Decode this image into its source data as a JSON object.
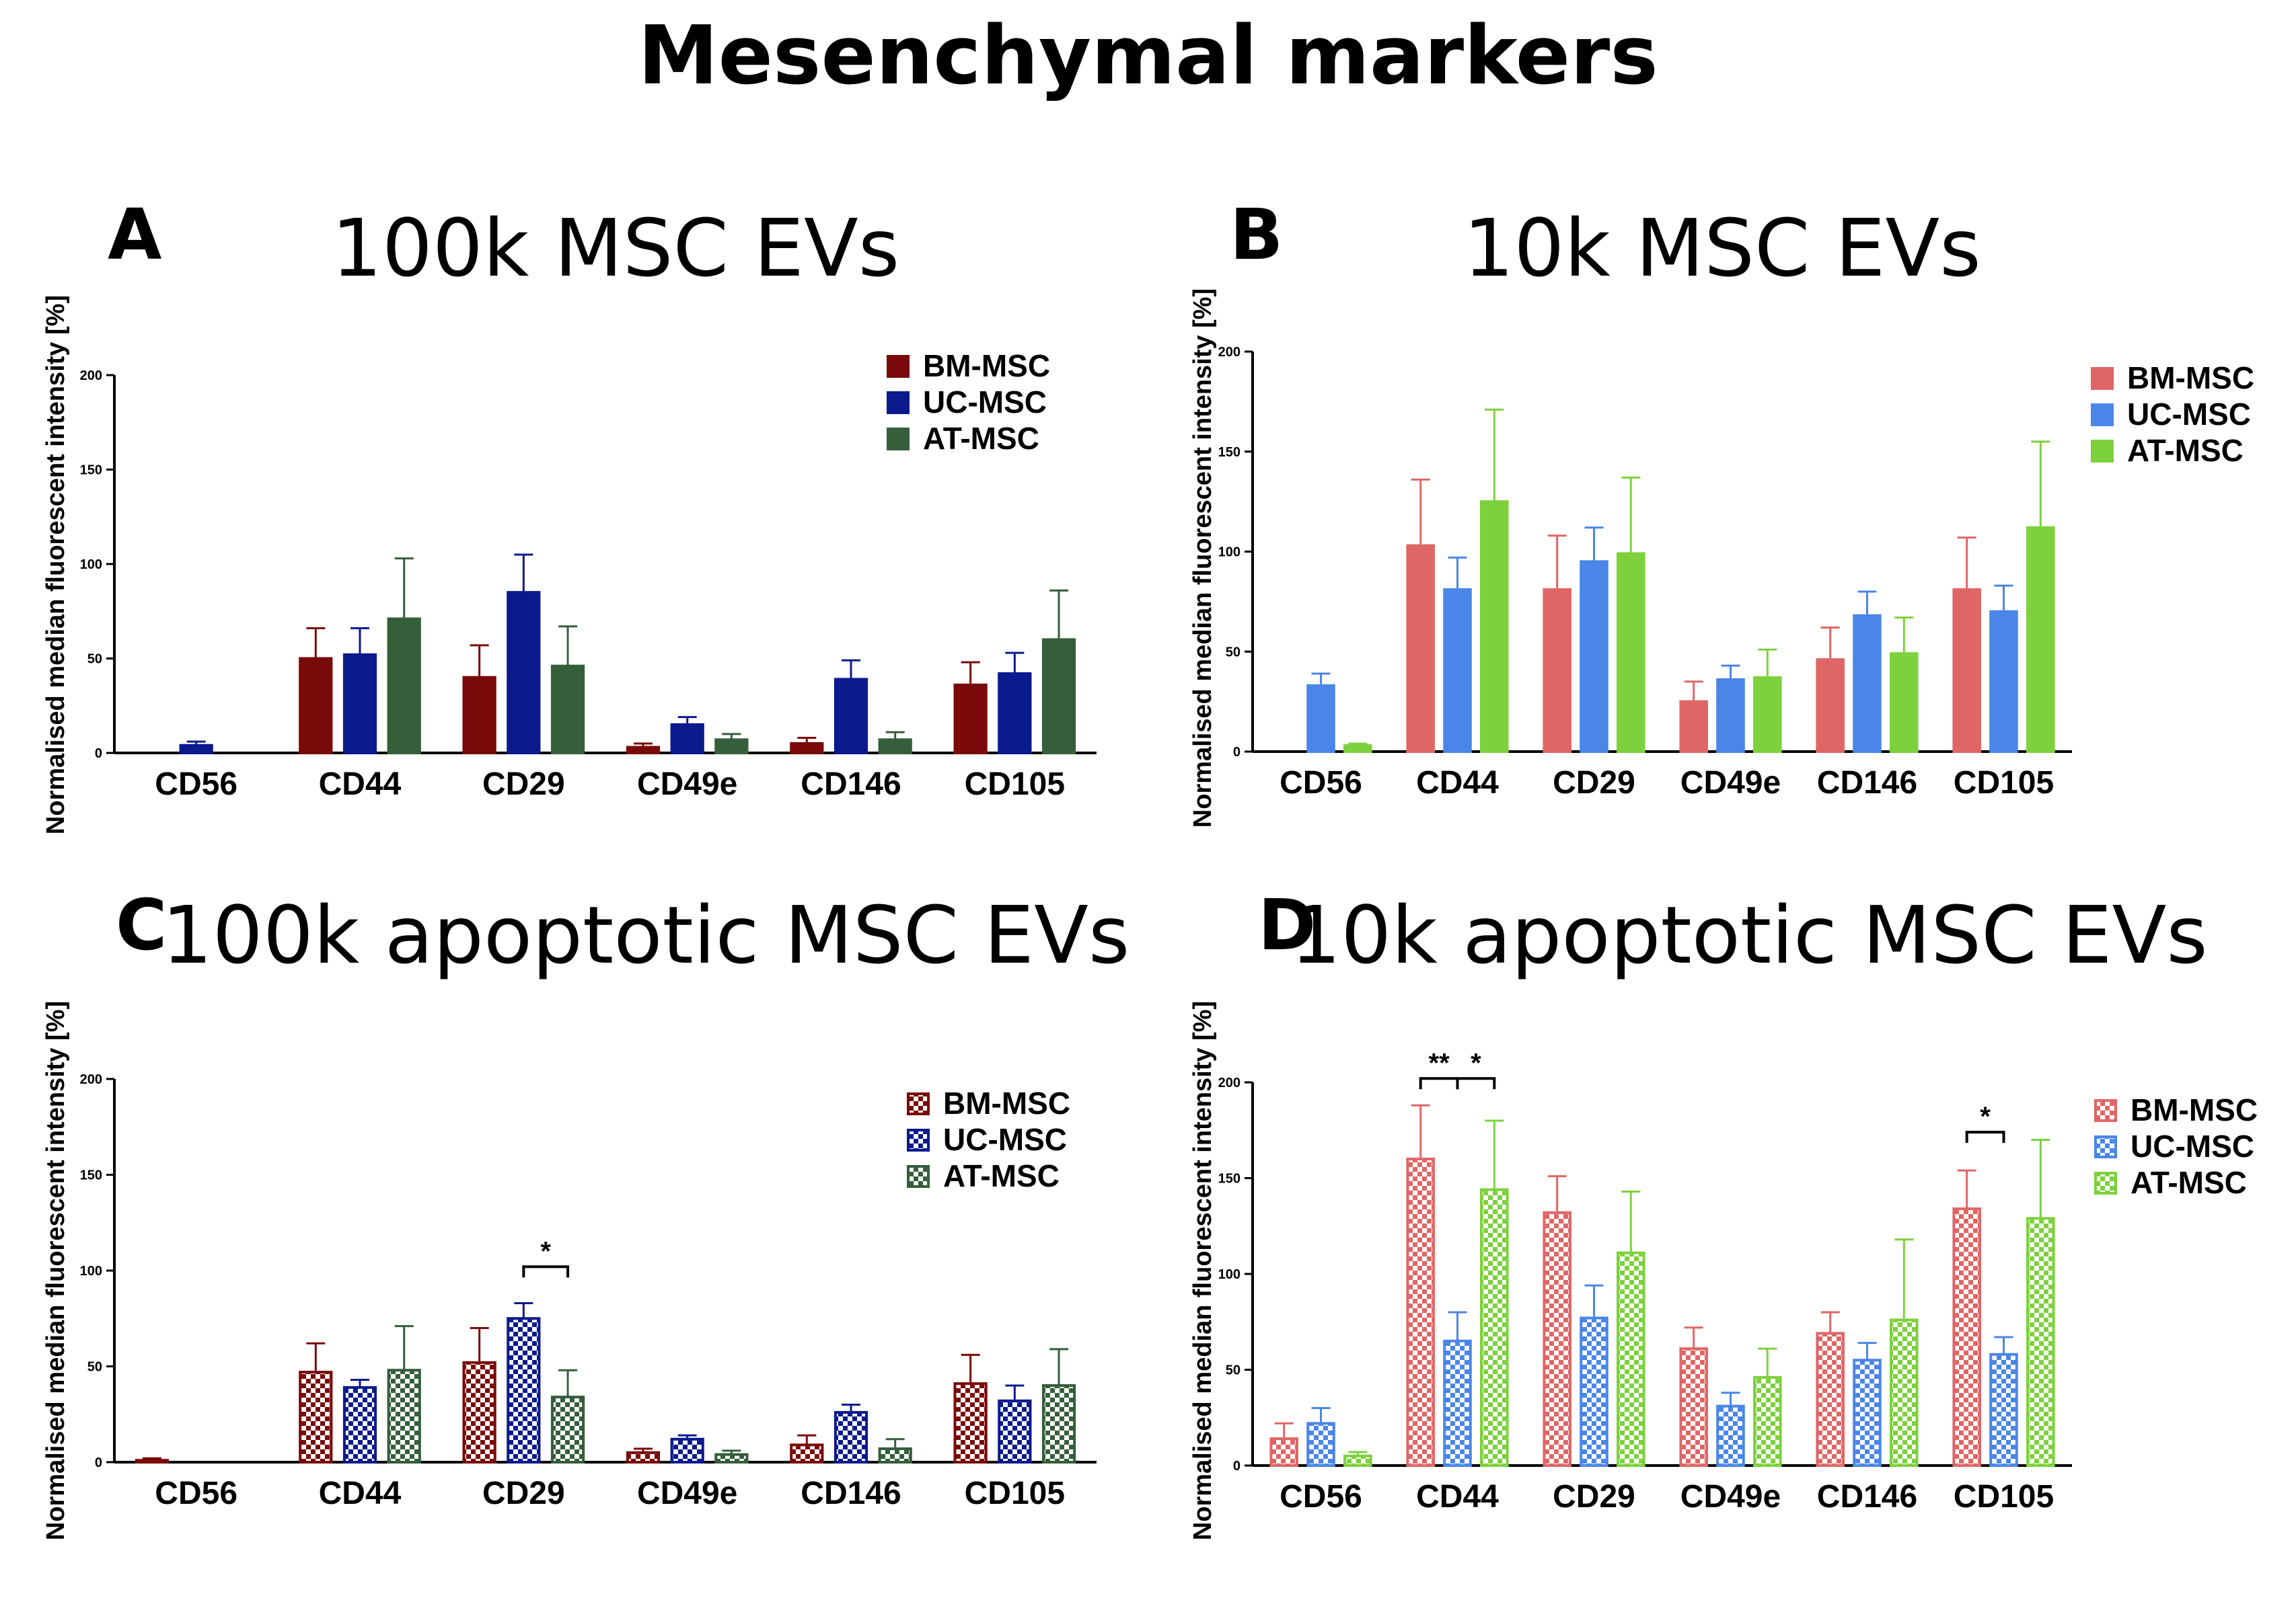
{
  "figure_title": "Mesenchymal markers",
  "colors": {
    "solid": [
      "#7a0a0a",
      "#0b1a8c",
      "#355e3b"
    ],
    "light": [
      "#e06666",
      "#4a86e8",
      "#7dd13d"
    ]
  },
  "chart_data": [
    {
      "type": "bar",
      "letter": "A",
      "title": "100k MSC EVs",
      "ylabel": "Normalised median fluorescent intensity [%]",
      "ylim": [
        0,
        200
      ],
      "yticks": [
        0,
        50,
        100,
        150,
        200
      ],
      "pattern": "solid",
      "palette": "solid",
      "legend_position": "top-right",
      "categories": [
        "CD56",
        "CD44",
        "CD29",
        "CD49e",
        "CD146",
        "CD105"
      ],
      "series": [
        {
          "name": "BM-MSC",
          "values": [
            0,
            50,
            40,
            3,
            5,
            36
          ],
          "errors": [
            0,
            16,
            17,
            2,
            3,
            12
          ]
        },
        {
          "name": "UC-MSC",
          "values": [
            4,
            52,
            85,
            15,
            39,
            42
          ],
          "errors": [
            2,
            14,
            20,
            4,
            10,
            11
          ]
        },
        {
          "name": "AT-MSC",
          "values": [
            0,
            71,
            46,
            7,
            7,
            60
          ],
          "errors": [
            0,
            32,
            21,
            3,
            4,
            26
          ]
        }
      ],
      "significance": []
    },
    {
      "type": "bar",
      "letter": "B",
      "title": "10k MSC EVs",
      "ylabel": "Normalised median fluorescent intensity [%]",
      "ylim": [
        0,
        200
      ],
      "yticks": [
        0,
        50,
        100,
        150,
        200
      ],
      "pattern": "solid",
      "palette": "light",
      "legend_position": "top-right",
      "categories": [
        "CD56",
        "CD44",
        "CD29",
        "CD49e",
        "CD146",
        "CD105"
      ],
      "series": [
        {
          "name": "BM-MSC",
          "values": [
            0,
            103,
            81,
            25,
            46,
            81
          ],
          "errors": [
            0,
            33,
            27,
            10,
            16,
            26
          ]
        },
        {
          "name": "UC-MSC",
          "values": [
            33,
            81,
            95,
            36,
            68,
            70
          ],
          "errors": [
            6,
            16,
            17,
            7,
            12,
            13
          ]
        },
        {
          "name": "AT-MSC",
          "values": [
            3,
            125,
            99,
            37,
            49,
            112
          ],
          "errors": [
            1,
            46,
            38,
            14,
            18,
            43
          ]
        }
      ],
      "significance": []
    },
    {
      "type": "bar",
      "letter": "C",
      "title": "100k apoptotic MSC EVs",
      "ylabel": "Normalised median fluorescent intensity [%]",
      "ylim": [
        0,
        200
      ],
      "yticks": [
        0,
        50,
        100,
        150,
        200
      ],
      "pattern": "checker",
      "palette": "solid",
      "legend_position": "top-right",
      "categories": [
        "CD56",
        "CD44",
        "CD29",
        "CD49e",
        "CD146",
        "CD105"
      ],
      "series": [
        {
          "name": "BM-MSC",
          "values": [
            1,
            47,
            52,
            5,
            9,
            41
          ],
          "errors": [
            1,
            15,
            18,
            2,
            5,
            15
          ]
        },
        {
          "name": "UC-MSC",
          "values": [
            0,
            39,
            75,
            12,
            26,
            32
          ],
          "errors": [
            0,
            4,
            8,
            2,
            4,
            8
          ]
        },
        {
          "name": "AT-MSC",
          "values": [
            0,
            48,
            34,
            4,
            7,
            40
          ],
          "errors": [
            0,
            23,
            14,
            2,
            5,
            19
          ]
        }
      ],
      "significance": [
        {
          "category": "CD29",
          "from": 1,
          "to": 2,
          "label": "*",
          "y": 102
        }
      ]
    },
    {
      "type": "bar",
      "letter": "D",
      "title": "10k apoptotic MSC EVs",
      "ylabel": "Normalised median fluorescent intensity [%]",
      "ylim": [
        0,
        200
      ],
      "yticks": [
        0,
        50,
        100,
        150,
        200
      ],
      "pattern": "checker",
      "palette": "light",
      "legend_position": "top-right",
      "categories": [
        "CD56",
        "CD44",
        "CD29",
        "CD49e",
        "CD146",
        "CD105"
      ],
      "series": [
        {
          "name": "BM-MSC",
          "values": [
            14,
            160,
            132,
            61,
            69,
            134
          ],
          "errors": [
            8,
            28,
            19,
            11,
            11,
            20
          ]
        },
        {
          "name": "UC-MSC",
          "values": [
            22,
            65,
            77,
            31,
            55,
            58
          ],
          "errors": [
            8,
            15,
            17,
            7,
            9,
            9
          ]
        },
        {
          "name": "AT-MSC",
          "values": [
            5,
            144,
            111,
            46,
            76,
            129
          ],
          "errors": [
            2,
            36,
            32,
            15,
            42,
            41
          ]
        }
      ],
      "significance": [
        {
          "category": "CD44",
          "from": 0,
          "to": 1,
          "label": "**",
          "y": 202
        },
        {
          "category": "CD44",
          "from": 1,
          "to": 2,
          "label": "*",
          "y": 202
        },
        {
          "category": "CD105",
          "from": 0,
          "to": 1,
          "label": "*",
          "y": 174
        }
      ]
    }
  ]
}
